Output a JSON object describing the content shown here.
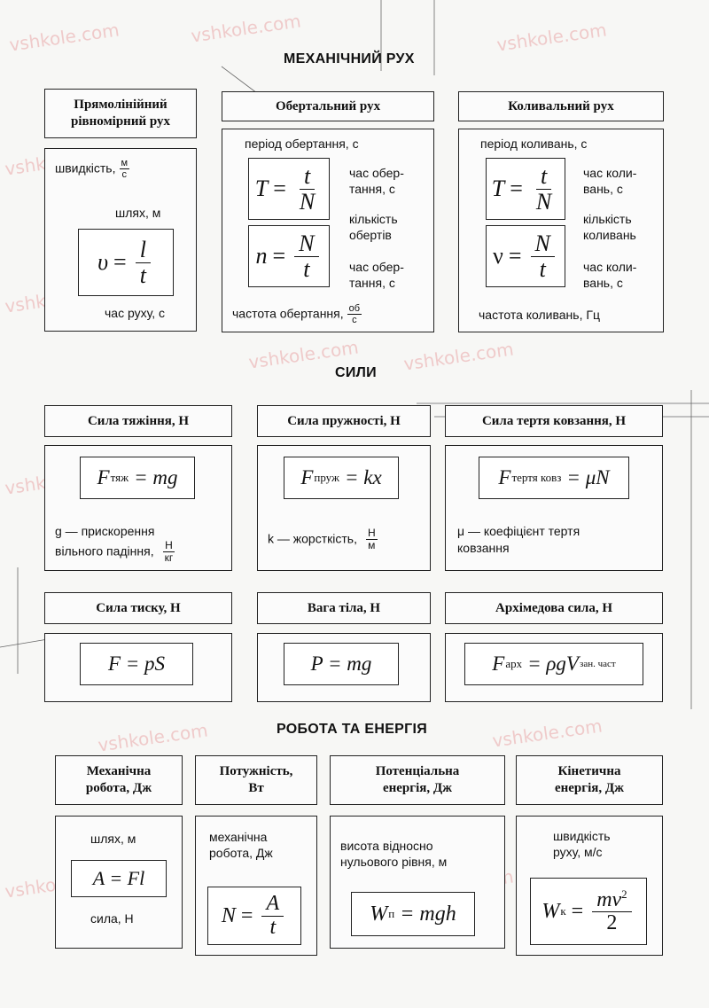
{
  "watermark": "vshkole.com",
  "sections": {
    "motion": "МЕХАНІЧНИЙ РУХ",
    "forces": "СИЛИ",
    "work": "РОБОТА ТА ЕНЕРГІЯ"
  },
  "motion": {
    "uniform": {
      "header_1": "Прямолінійний",
      "header_2": "рівномірний рух",
      "speed": "швидкість,",
      "speed_unit_n": "м",
      "speed_unit_d": "с",
      "path": "шлях, м",
      "time": "час руху, с",
      "v": "υ",
      "l": "l",
      "t": "t"
    },
    "rotation": {
      "header": "Обертальний рух",
      "period": "період обертання, с",
      "time1_a": "час обер-",
      "time1_b": "тання, с",
      "count_a": "кількість",
      "count_b": "обертів",
      "time2_a": "час обер-",
      "time2_b": "тання, с",
      "freq": "частота обертання,",
      "freq_unit_n": "об",
      "freq_unit_d": "с",
      "T": "T",
      "n": "n",
      "t": "t",
      "N": "N"
    },
    "oscillation": {
      "header": "Коливальний рух",
      "period": "період коливань, с",
      "time1_a": "час коли-",
      "time1_b": "вань, с",
      "count_a": "кількість",
      "count_b": "коливань",
      "time2_a": "час коли-",
      "time2_b": "вань, с",
      "freq": "частота коливань, Гц",
      "T": "T",
      "nu": "ν",
      "t": "t",
      "N": "N"
    }
  },
  "forces": {
    "gravity": {
      "header": "Сила тяжіння, Н",
      "F": "F",
      "sub": "тяж",
      "rhs": "= mg",
      "desc_1": "g — прискорення",
      "desc_2": "вільного падіння,",
      "unit_n": "Н",
      "unit_d": "кг"
    },
    "elastic": {
      "header": "Сила пружності, Н",
      "F": "F",
      "sub": "пруж",
      "rhs": "= kx",
      "desc_1": "k — жорсткість,",
      "unit_n": "Н",
      "unit_d": "м"
    },
    "friction": {
      "header": "Сила тертя ковзання, Н",
      "F": "F",
      "sub": "тертя ковз",
      "rhs": "= μN",
      "desc_1": "μ — коефіцієнт тертя",
      "desc_2": "ковзання"
    },
    "pressure": {
      "header": "Сила тиску, Н",
      "formula": "F = pS"
    },
    "weight": {
      "header": "Вага тіла, Н",
      "formula": "P = mg"
    },
    "archimedes": {
      "header": "Архімедова сила, Н",
      "F": "F",
      "sub": "арх",
      "rhs": "= ρgV",
      "sub2": "зан. част"
    }
  },
  "work": {
    "mech_work": {
      "header_1": "Механічна",
      "header_2": "робота, Дж",
      "path": "шлях, м",
      "formula": "A = Fl",
      "force": "сила, Н"
    },
    "power": {
      "header_1": "Потужність,",
      "header_2": "Вт",
      "label_1": "механічна",
      "label_2": "робота, Дж",
      "N": "N",
      "A": "A",
      "t": "t"
    },
    "potential": {
      "header_1": "Потенціальна",
      "header_2": "енергія, Дж",
      "label_1": "висота відносно",
      "label_2": "нульового рівня, м",
      "W": "W",
      "sub": "п",
      "rhs": "= mgh"
    },
    "kinetic": {
      "header_1": "Кінетична",
      "header_2": "енергія, Дж",
      "label_1": "швидкість",
      "label_2": "руху, м/с",
      "W": "W",
      "sub": "к",
      "num": "mv",
      "exp": "2",
      "den": "2"
    }
  }
}
